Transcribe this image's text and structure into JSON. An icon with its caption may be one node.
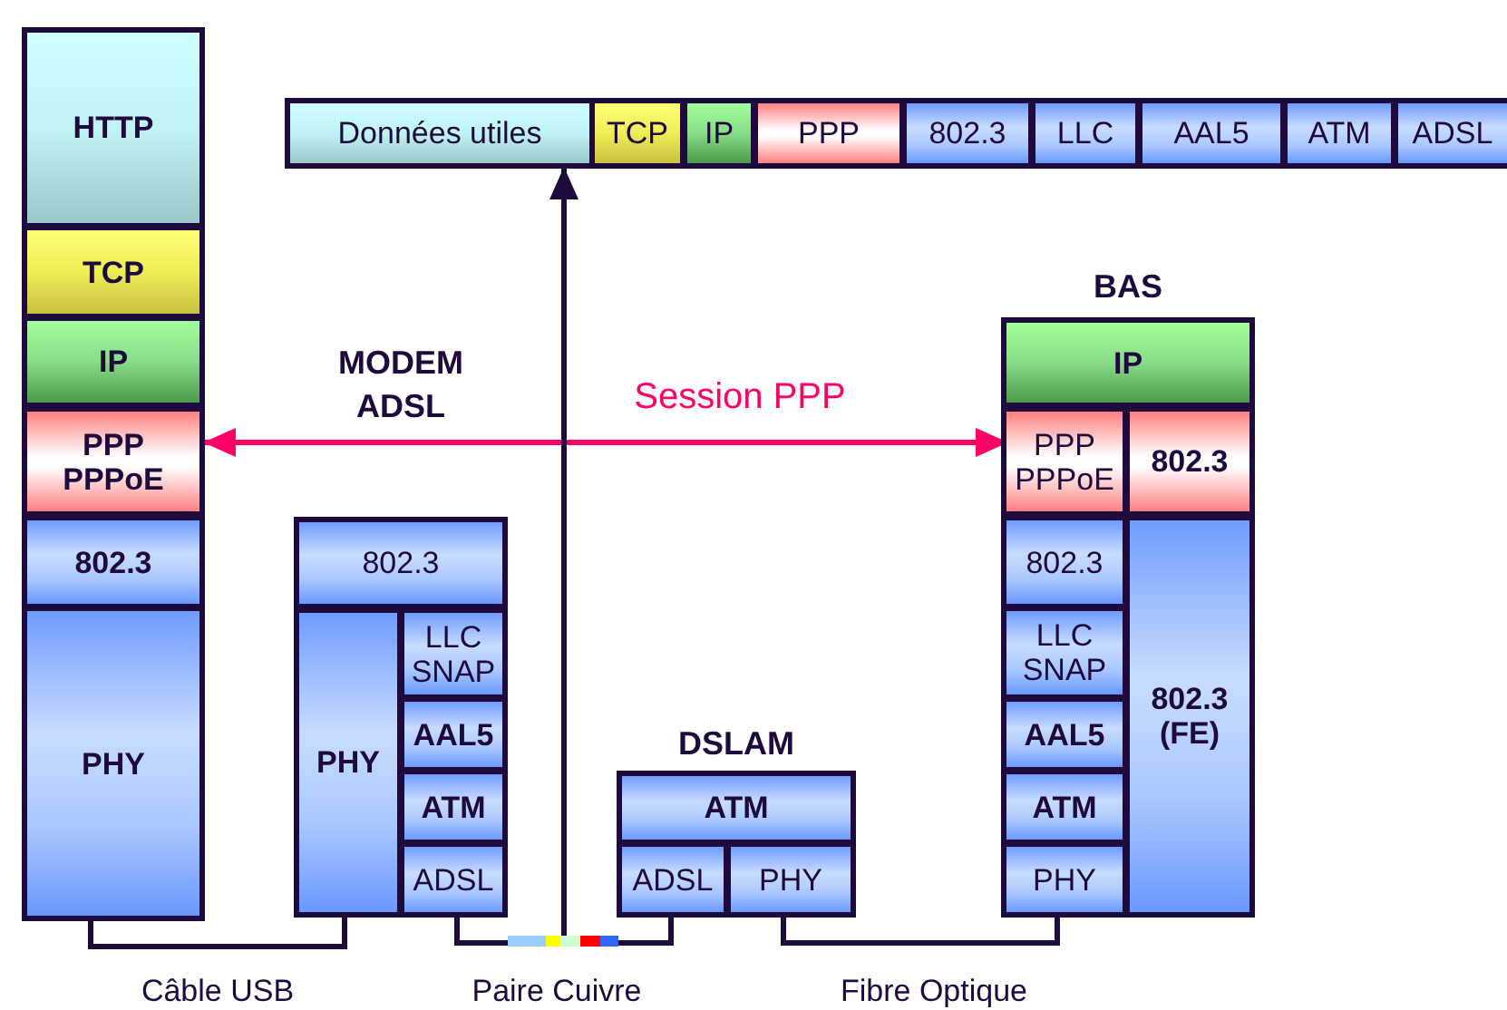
{
  "diagram": {
    "nodes": [
      {
        "text": [],
        "shape": "box"
      },
      {
        "text": [
          "HTTP"
        ],
        "in": 0
      },
      {
        "text": [
          "TCP"
        ],
        "in": 0
      },
      {
        "text": [
          "IP"
        ],
        "in": 0
      },
      {
        "text": [
          "PPP PPPoE"
        ],
        "in": 0
      },
      {
        "text": [
          "802.3"
        ],
        "in": 0
      },
      {
        "text": [
          "PHY"
        ],
        "in": 0
      },
      {
        "text": [],
        "shape": "box"
      },
      {
        "text": [
          "Données utiles"
        ],
        "in": 7
      },
      {
        "text": [
          "TCP"
        ],
        "in": 7
      },
      {
        "text": [
          "IP"
        ],
        "in": 7
      },
      {
        "text": [
          "PPP"
        ],
        "in": 7
      },
      {
        "text": [
          "802.3"
        ],
        "in": 7
      },
      {
        "text": [
          "LLC"
        ],
        "in": 7
      },
      {
        "text": [
          "AAL5"
        ],
        "in": 7
      },
      {
        "text": [
          "ATM"
        ],
        "in": 7
      },
      {
        "text": [
          "ADSL"
        ],
        "in": 7
      },
      {
        "text": [
          "MODEM ADSL"
        ]
      },
      {
        "text": [
          "802.3"
        ],
        "in": 17
      },
      {
        "text": [
          "PHY"
        ],
        "in": 17
      },
      {
        "text": [
          "LLC SNAP"
        ],
        "in": 17
      },
      {
        "text": [
          "AAL5"
        ],
        "in": 17
      },
      {
        "text": [
          "ATM"
        ],
        "in": 17
      },
      {
        "text": [
          "ADSL"
        ],
        "in": 17
      },
      {
        "text": [
          "DSLAM"
        ]
      },
      {
        "text": [
          "ATM"
        ],
        "in": 24
      },
      {
        "text": [
          "ADSL"
        ],
        "in": 24
      },
      {
        "text": [
          "PHY"
        ],
        "in": 24
      },
      {
        "text": [
          "BAS"
        ]
      },
      {
        "text": [
          "IP"
        ],
        "in": 28
      },
      {
        "text": [
          "PPP PPPoE"
        ],
        "in": 28
      },
      {
        "text": [
          "802.3"
        ],
        "in": 28
      },
      {
        "text": [
          "802.3"
        ],
        "in": 28
      },
      {
        "text": [
          "LLC SNAP"
        ],
        "in": 28
      },
      {
        "text": [
          "AAL5"
        ],
        "in": 28
      },
      {
        "text": [
          "ATM"
        ],
        "in": 28
      },
      {
        "text": [
          "PHY"
        ],
        "in": 28
      },
      {
        "text": [
          "802.3 (FE)"
        ],
        "in": 28
      }
    ],
    "edges": [
      {
        "from": 6,
        "to": 19,
        "arrow": "none",
        "label": "Câble USB"
      },
      {
        "from": 23,
        "to": 26,
        "arrow": "none",
        "label": "Paire Cuivre"
      },
      {
        "from": 27,
        "to": 36,
        "arrow": "none",
        "label": "Fibre Optique"
      },
      {
        "from": 4,
        "to": 30,
        "arrow": "both",
        "label": "Session PPP",
        "color": "#ff0066"
      },
      {
        "from": null,
        "to": 7,
        "arrow": "to"
      }
    ]
  }
}
